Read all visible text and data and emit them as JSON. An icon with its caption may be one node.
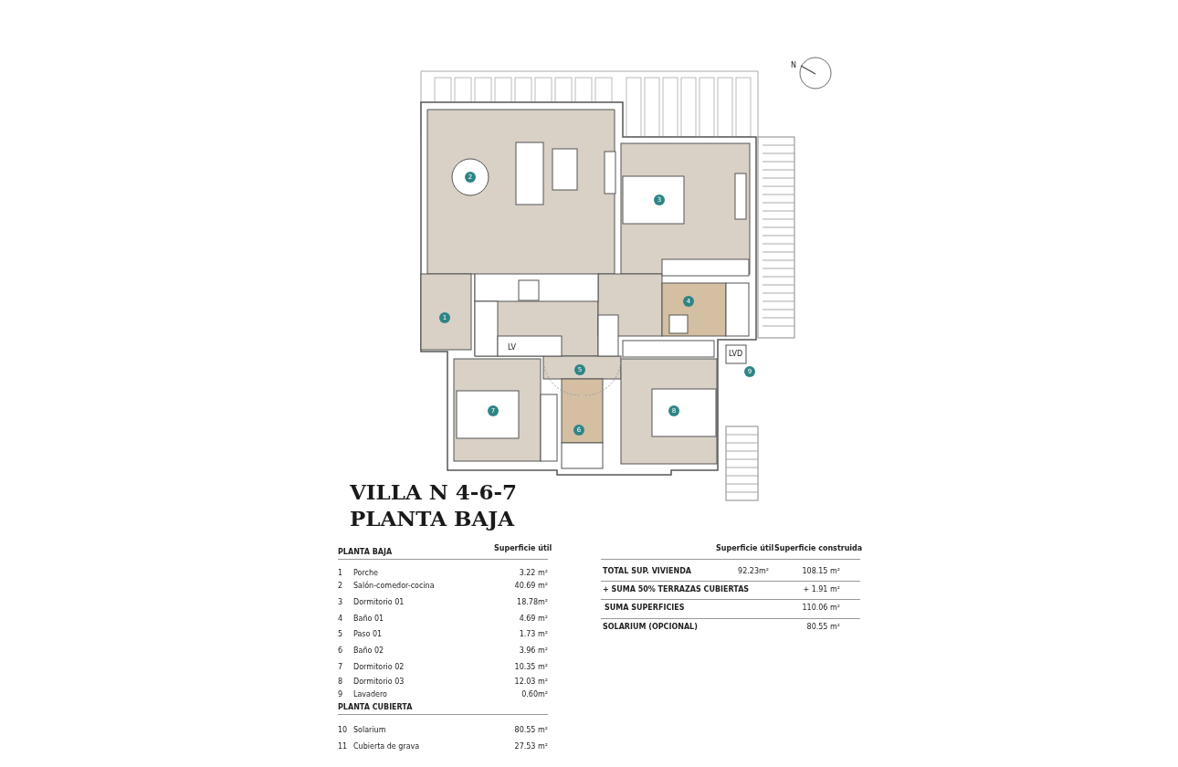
{
  "diagram": {
    "title": "VILLA N 4-6-7 PLANTA BAJA",
    "labels": [
      "N",
      "2",
      "3",
      "4",
      "1",
      "LV",
      "LVD",
      "9",
      "5",
      "7",
      "6",
      "8",
      "PLANTA BAJA",
      "Superficie útil",
      "1",
      "Porche",
      "3.22 m²",
      "2",
      "Salón-comedor-cocina",
      "40.69 m²",
      "3",
      "Dormitorio 01",
      "18.78m²",
      "4",
      "Baño 01",
      "4.69 m²",
      "5",
      "Paso 01",
      "1.73 m²",
      "6",
      "Baño 02",
      "3.96 m²",
      "7",
      "Dormitorio 02",
      "10.35 m²",
      "8",
      "Dormitorio 03",
      "12.03 m²",
      "9",
      "Lavadero",
      "0.60m²",
      "PLANTA CUBIERTA",
      "10",
      "Solarium",
      "80.55 m²",
      "11",
      "Cubierta de grava",
      "27.53 m²",
      "Superficie útil",
      "Superficie construida",
      "TOTAL SUP. VIVIENDA",
      "92.23m²",
      "108.15 m²",
      "+ SUMA 50% TERRAZAS CUBIERTAS",
      "+ 1.91 m²",
      "SUMA SUPERFICIES",
      "110.06 m²",
      "SOLARIUM (OPCIONAL)",
      "80.55 m²"
    ]
  }
}
